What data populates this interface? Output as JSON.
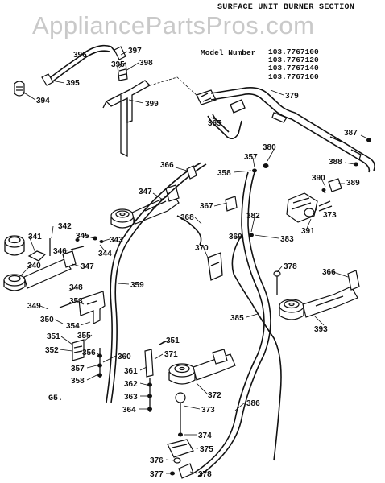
{
  "watermark": "AppliancePartsPros.com",
  "title": "SURFACE UNIT BURNER SECTION",
  "model_label": "Model Number",
  "model_numbers": [
    "103.7767100",
    "103.7767120",
    "103.7767140",
    "103.7767160"
  ],
  "footer_code": "G5.",
  "parts": [
    {
      "id": "p396",
      "label": "396"
    },
    {
      "id": "p397",
      "label": "397"
    },
    {
      "id": "p395a",
      "label": "395"
    },
    {
      "id": "p398",
      "label": "398"
    },
    {
      "id": "p395b",
      "label": "395"
    },
    {
      "id": "p394",
      "label": "394"
    },
    {
      "id": "p399",
      "label": "399"
    },
    {
      "id": "p379",
      "label": "379"
    },
    {
      "id": "p365",
      "label": "365"
    },
    {
      "id": "p387",
      "label": "387"
    },
    {
      "id": "p380",
      "label": "380"
    },
    {
      "id": "p357",
      "label": "357"
    },
    {
      "id": "p366a",
      "label": "366"
    },
    {
      "id": "p358a",
      "label": "358"
    },
    {
      "id": "p388",
      "label": "388"
    },
    {
      "id": "p390",
      "label": "390"
    },
    {
      "id": "p389",
      "label": "389"
    },
    {
      "id": "p347a",
      "label": "347"
    },
    {
      "id": "p367",
      "label": "367"
    },
    {
      "id": "p373a",
      "label": "373"
    },
    {
      "id": "p368",
      "label": "368"
    },
    {
      "id": "p382",
      "label": "382"
    },
    {
      "id": "p342",
      "label": "342"
    },
    {
      "id": "p369",
      "label": "369"
    },
    {
      "id": "p391",
      "label": "391"
    },
    {
      "id": "p341",
      "label": "341"
    },
    {
      "id": "p345",
      "label": "345"
    },
    {
      "id": "p343",
      "label": "343"
    },
    {
      "id": "p383",
      "label": "383"
    },
    {
      "id": "p370",
      "label": "370"
    },
    {
      "id": "p346",
      "label": "346"
    },
    {
      "id": "p344",
      "label": "344"
    },
    {
      "id": "p340",
      "label": "340"
    },
    {
      "id": "p347b",
      "label": "347"
    },
    {
      "id": "p378a",
      "label": "378"
    },
    {
      "id": "p366b",
      "label": "366"
    },
    {
      "id": "p359",
      "label": "359"
    },
    {
      "id": "p348",
      "label": "348"
    },
    {
      "id": "p349",
      "label": "349"
    },
    {
      "id": "p353",
      "label": "353"
    },
    {
      "id": "p385",
      "label": "385"
    },
    {
      "id": "p393",
      "label": "393"
    },
    {
      "id": "p350",
      "label": "350"
    },
    {
      "id": "p354",
      "label": "354"
    },
    {
      "id": "p351a",
      "label": "351"
    },
    {
      "id": "p355",
      "label": "355"
    },
    {
      "id": "p351b",
      "label": "351"
    },
    {
      "id": "p352",
      "label": "352"
    },
    {
      "id": "p371",
      "label": "371"
    },
    {
      "id": "p356",
      "label": "356"
    },
    {
      "id": "p360",
      "label": "360"
    },
    {
      "id": "p357b",
      "label": "357"
    },
    {
      "id": "p361",
      "label": "361"
    },
    {
      "id": "p372",
      "label": "372"
    },
    {
      "id": "p358b",
      "label": "358"
    },
    {
      "id": "p362",
      "label": "362"
    },
    {
      "id": "p363",
      "label": "363"
    },
    {
      "id": "p386",
      "label": "386"
    },
    {
      "id": "p364",
      "label": "364"
    },
    {
      "id": "p373b",
      "label": "373"
    },
    {
      "id": "p374",
      "label": "374"
    },
    {
      "id": "p375",
      "label": "375"
    },
    {
      "id": "p376",
      "label": "376"
    },
    {
      "id": "p377",
      "label": "377"
    },
    {
      "id": "p378b",
      "label": "378"
    }
  ]
}
